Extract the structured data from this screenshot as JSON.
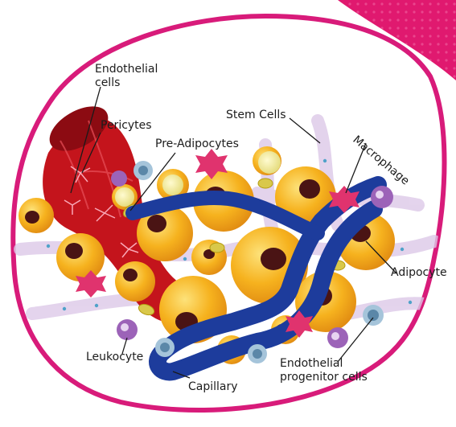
{
  "labels": {
    "endothelial_cells_line1": "Endothelial",
    "endothelial_cells_line2": "cells",
    "pericytes": "Pericytes",
    "pre_adipocytes": "Pre-Adipocytes",
    "stem_cells": "Stem Cells",
    "macrophage": "Macrophage",
    "adipocyte": "Adipocyte",
    "leukocyte": "Leukocyte",
    "capillary": "Capillary",
    "endothelial_progenitor_line1": "Endothelial",
    "endothelial_progenitor_line2": "progenitor cells"
  },
  "colors": {
    "outline": "#d81b7a",
    "tissue_fill": "#ffffff",
    "corner_accent": "#e0196f",
    "adipocyte": "#f6b21e",
    "adipocyte_highlight": "#fde27a",
    "nucleus": "#4a1414",
    "vessel_red": "#c4141c",
    "capillary_blue": "#1d3c9c",
    "stem_cell": "#f4f0a8",
    "macrophage": "#e0336e",
    "leukocyte": "#9c63b8",
    "endothelial_progenitor": "#a5c4da",
    "fiber": "#d9c4e6"
  }
}
